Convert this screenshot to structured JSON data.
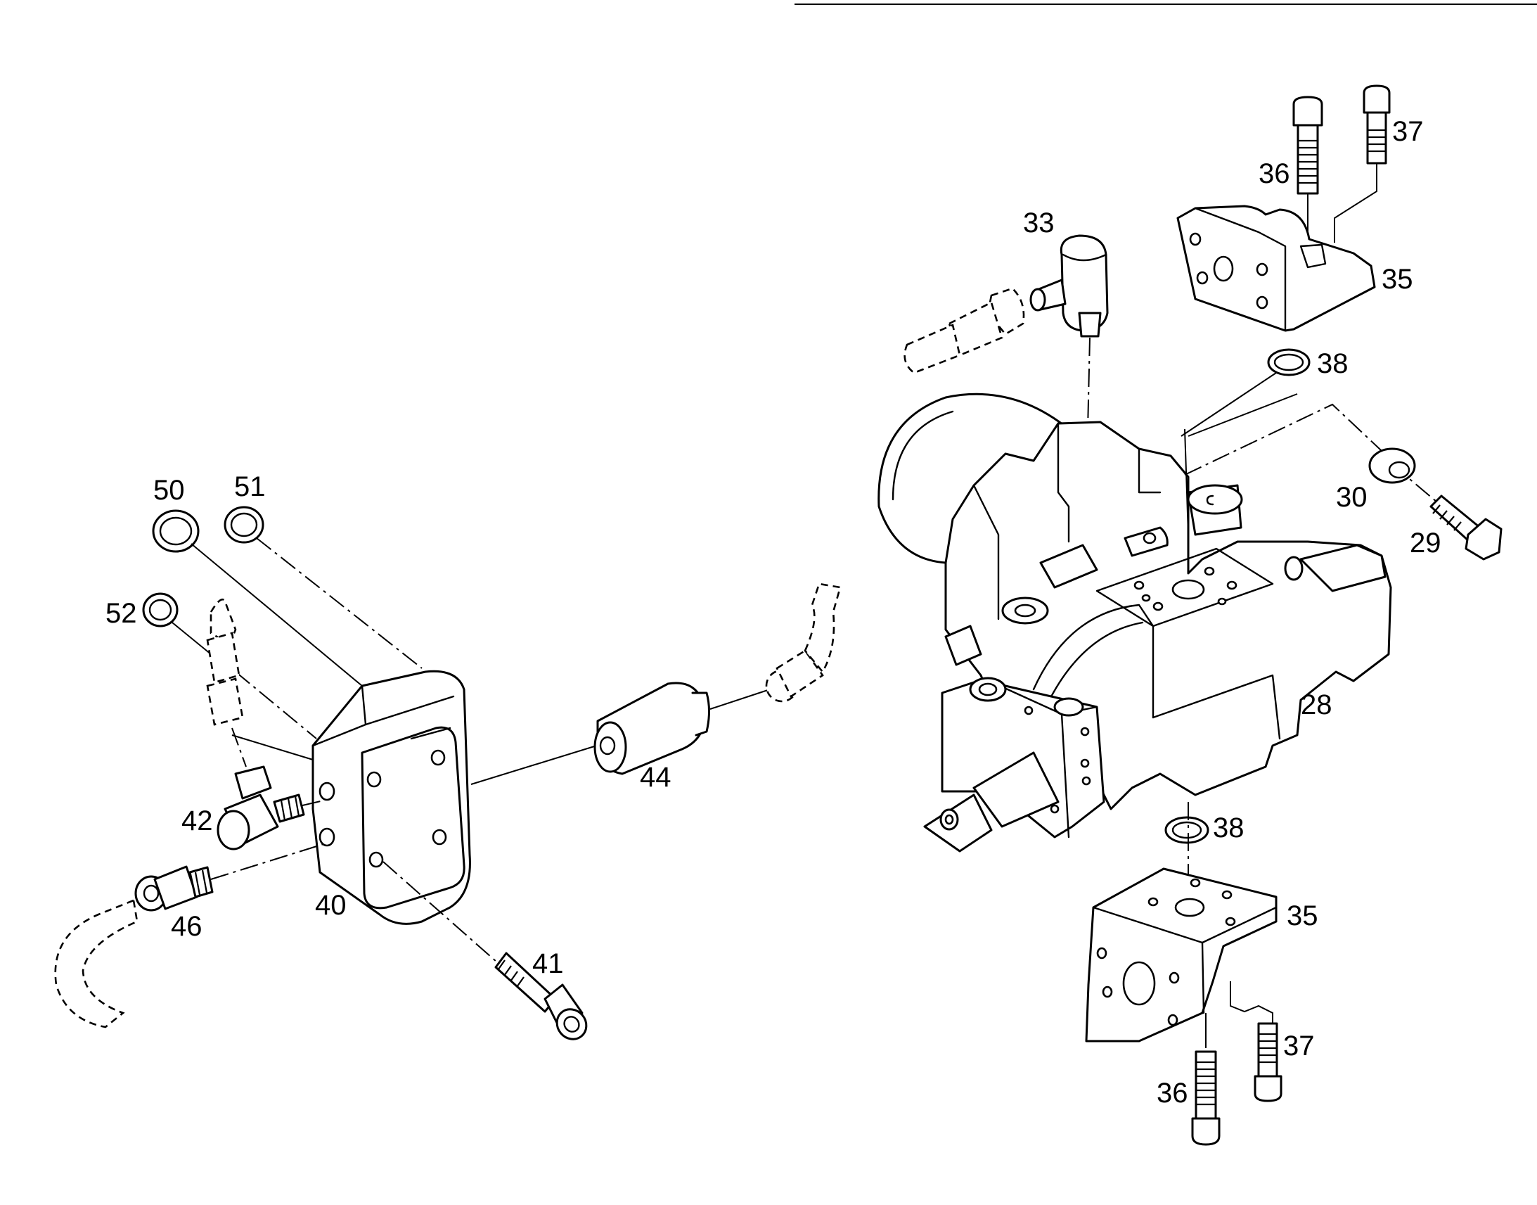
{
  "callouts": {
    "p28": "28",
    "p29": "29",
    "p30": "30",
    "p33": "33",
    "p35_top": "35",
    "p35_bottom": "35",
    "p36_top": "36",
    "p36_bottom": "36",
    "p37_top": "37",
    "p37_bottom": "37",
    "p38_top": "38",
    "p38_bottom": "38",
    "p40": "40",
    "p41": "41",
    "p42": "42",
    "p44": "44",
    "p46": "46",
    "p50": "50",
    "p51": "51",
    "p52": "52"
  }
}
